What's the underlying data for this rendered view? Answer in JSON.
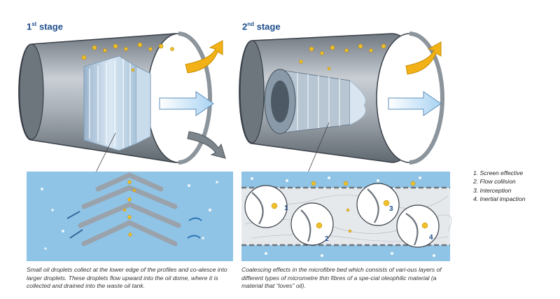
{
  "stage1": {
    "title_main": "1",
    "title_sup": "st",
    "title_rest": " stage",
    "caption": "Small oil droplets collect at the lower edge of the profiles and co-alesce into larger droplets. These droplets flow upward into the oil dome, where it is collected and drained into the waste oil tank."
  },
  "stage2": {
    "title_main": "2",
    "title_sup": "nd",
    "title_rest": " stage",
    "caption": "Coalescing effects in the microfibre bed which consists of vari-ous layers of different types of micrometre thin fibres of a spe-cial oleophilic material (a material that “loves” oil)."
  },
  "legend": {
    "items": [
      "1. Screen effective",
      "2. Flow collision",
      "3. Interception",
      "4. Inertial impaction"
    ]
  },
  "detail_numbers": [
    "1",
    "2",
    "3",
    "4"
  ],
  "colors": {
    "title": "#1e4d8c",
    "panel_bg": "#8fc4e6",
    "cylinder": "#9aa2ab",
    "arrow_orange": "#f2b217",
    "arrow_grey": "#7d858c",
    "arrow_flow": "#cfe6f8",
    "droplet": "#f0c02a"
  }
}
